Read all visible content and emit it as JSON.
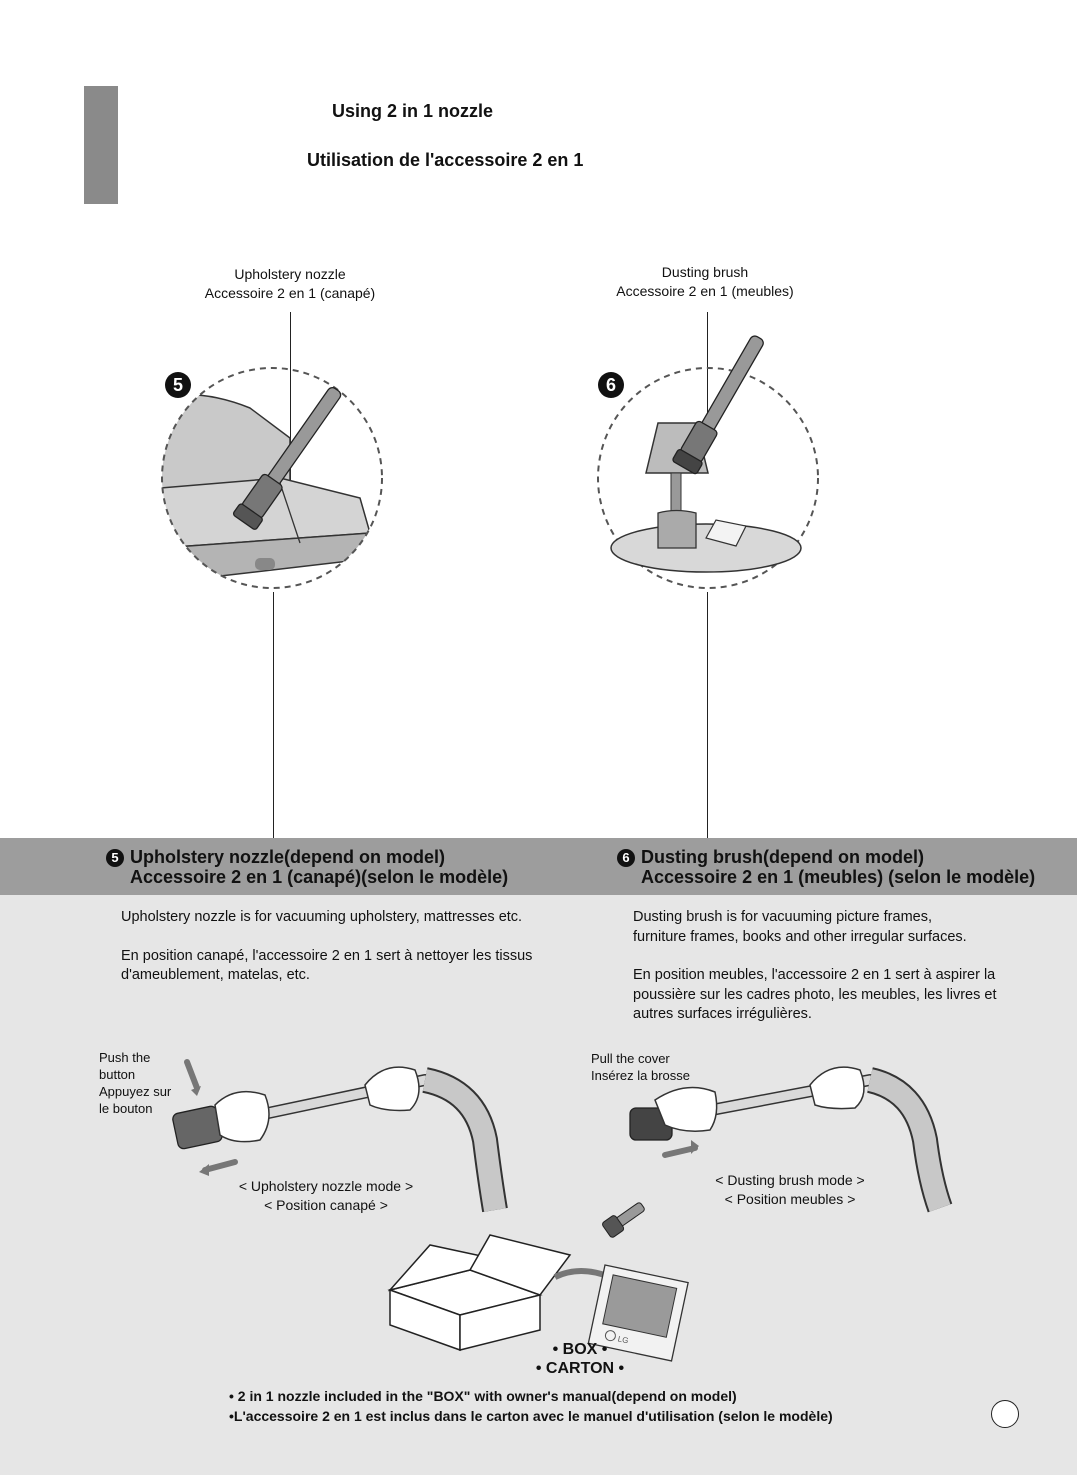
{
  "header": {
    "title_en": "Using 2 in 1 nozzle",
    "title_fr": "Utilisation de l'accessoire 2 en 1"
  },
  "callouts": {
    "left": {
      "line1": "Upholstery nozzle",
      "line2": "Accessoire 2 en 1 (canapé)",
      "number": "5"
    },
    "right": {
      "line1": "Dusting brush",
      "line2": "Accessoire 2 en 1 (meubles)",
      "number": "6"
    }
  },
  "sections": {
    "left": {
      "number": "5",
      "heading1": "Upholstery nozzle(depend on model)",
      "heading2": "Accessoire 2 en 1 (canapé)(selon le modèle)",
      "text_en": "Upholstery nozzle is for vacuuming upholstery, mattresses etc.",
      "text_fr1": "En position canapé, l'accessoire 2 en 1 sert à nettoyer les tissus",
      "text_fr2": "d'ameublement, matelas, etc.",
      "instr1": "Push the",
      "instr2": "button",
      "instr3": "Appuyez sur",
      "instr4": "le bouton",
      "mode1": "< Upholstery nozzle mode >",
      "mode2": "< Position canapé >"
    },
    "right": {
      "number": "6",
      "heading1": "Dusting brush(depend on model)",
      "heading2": "Accessoire 2 en 1 (meubles) (selon le modèle)",
      "text_en1": "Dusting brush is for vacuuming picture frames,",
      "text_en2": "furniture frames, books and other irregular surfaces.",
      "text_fr1": "En position meubles, l'accessoire 2 en 1 sert à aspirer la",
      "text_fr2": "poussière sur les cadres photo, les meubles, les livres et",
      "text_fr3": "autres surfaces irrégulières.",
      "instr1": "Pull the cover",
      "instr2": "Insérez la brosse",
      "mode1": "< Dusting brush mode >",
      "mode2": "< Position meubles >"
    }
  },
  "box": {
    "label1": "• BOX •",
    "label2": "• CARTON •",
    "manual_logo": "LG"
  },
  "footer": {
    "line1": "• 2 in 1 nozzle included in the \"BOX\" with owner's manual(depend on model)",
    "line2": "•L'accessoire 2 en 1 est inclus dans le carton avec le manuel d'utilisation (selon le modèle)"
  },
  "colors": {
    "tab": "#8a8a8a",
    "band": "#9d9d9d",
    "lower_background": "#e6e6e6"
  }
}
